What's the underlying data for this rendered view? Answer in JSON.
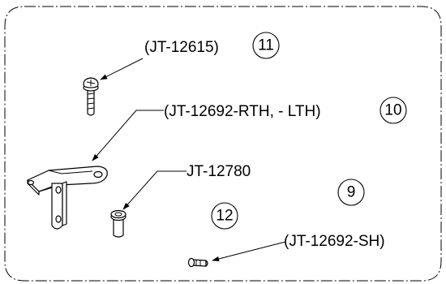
{
  "callouts": [
    {
      "id": "screw",
      "part_no": "(JT-12615)",
      "item": "11"
    },
    {
      "id": "bracket",
      "part_no": "(JT-12692-RTH, - LTH)",
      "item": "10"
    },
    {
      "id": "bushing",
      "part_no": "JT-12780",
      "item": "12"
    },
    {
      "id": "small-screw",
      "part_no": "(JT-12692-SH)",
      "item": "9"
    }
  ]
}
